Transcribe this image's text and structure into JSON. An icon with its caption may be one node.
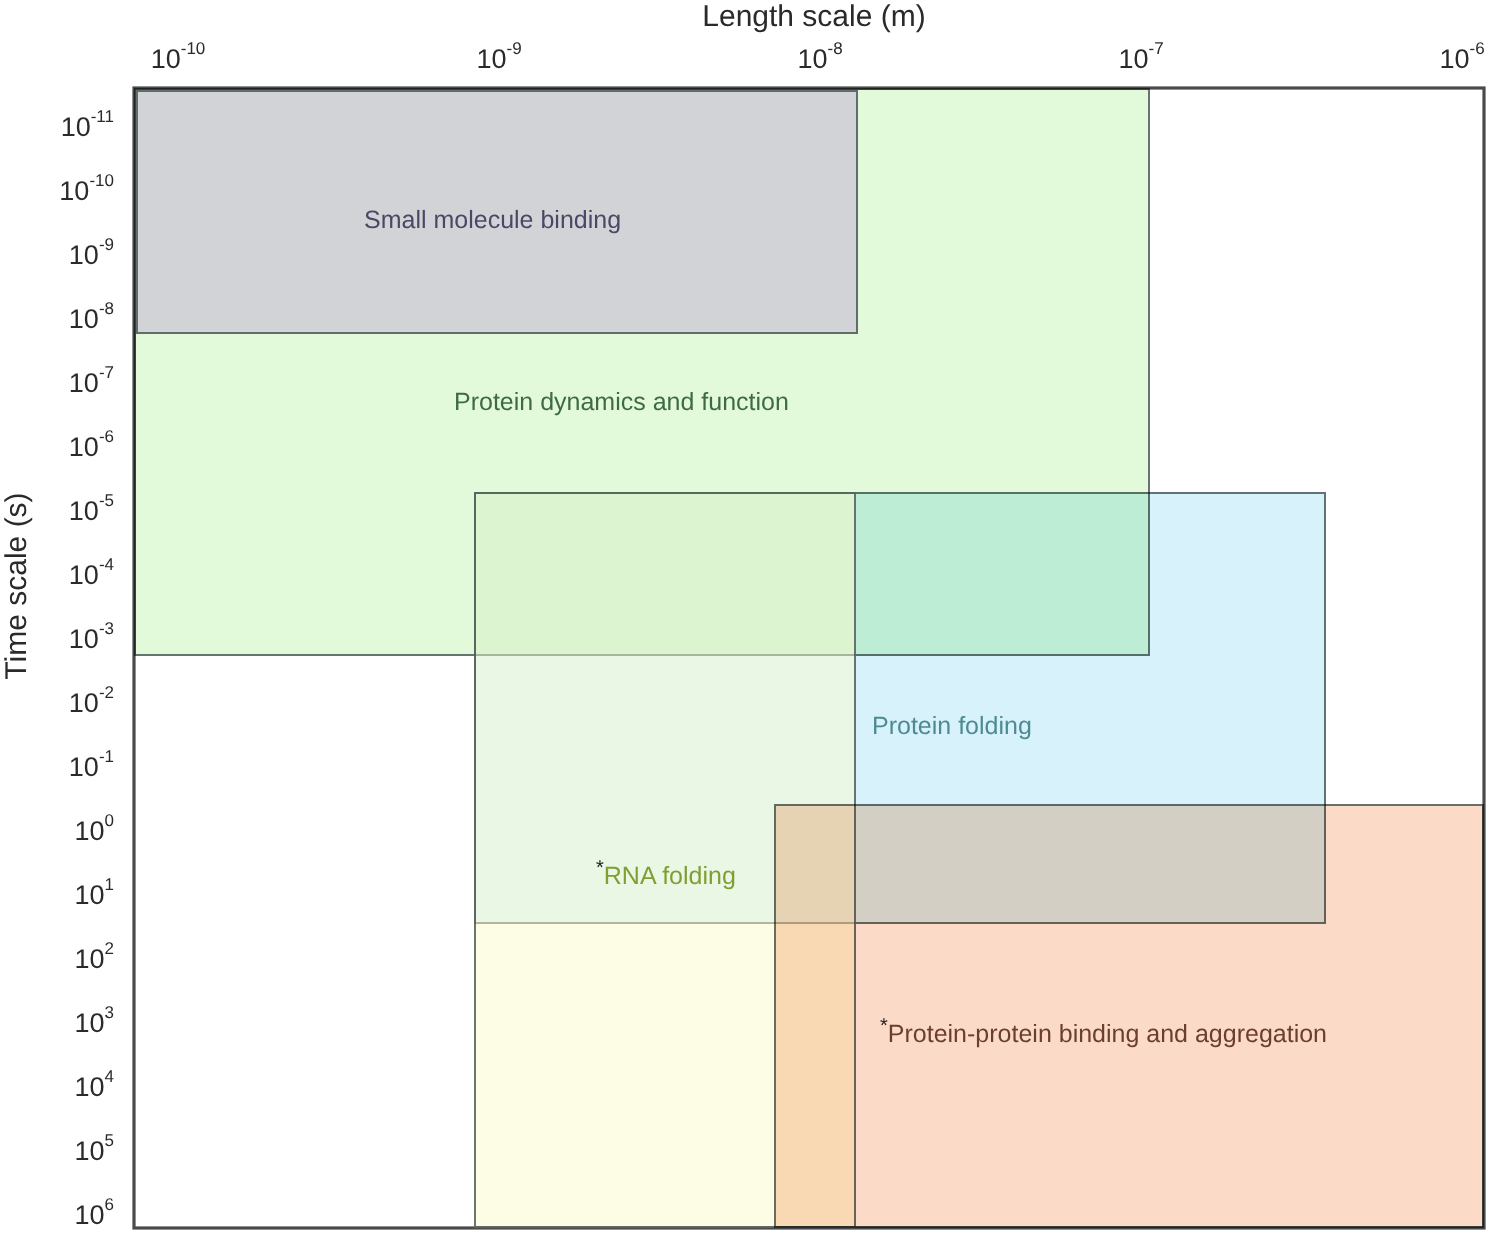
{
  "diagram": {
    "nodes": [
      {
        "text": [
          "Protein dynamics and function"
        ]
      },
      {
        "text": [
          "Small molecule binding"
        ],
        "in": 0
      },
      {
        "text": [
          "Protein folding"
        ]
      },
      {
        "text": [
          "$^{*}$RNA folding"
        ]
      },
      {
        "text": [
          "$^{*}$Protein-protein binding and aggregation"
        ]
      }
    ],
    "labels": [
      "Length scale (m)",
      "10$^{-10}$",
      "10$^{-9}$",
      "10$^{-8}$",
      "10$^{-7}$",
      "10$^{-6}$",
      "Time scale (s)",
      "10$^{-11}$",
      "10$^{-10}$",
      "10$^{-9}$",
      "10$^{-8}$",
      "10$^{-7}$",
      "10$^{-6}$",
      "10$^{-5}$",
      "10$^{-4}$",
      "10$^{-3}$",
      "10$^{-2}$",
      "10$^{-1}$",
      "10$^{0}$",
      "10$^{1}$",
      "10$^{2}$",
      "10$^{3}$",
      "10$^{4}$",
      "10$^{5}$",
      "10$^{6}$"
    ]
  }
}
